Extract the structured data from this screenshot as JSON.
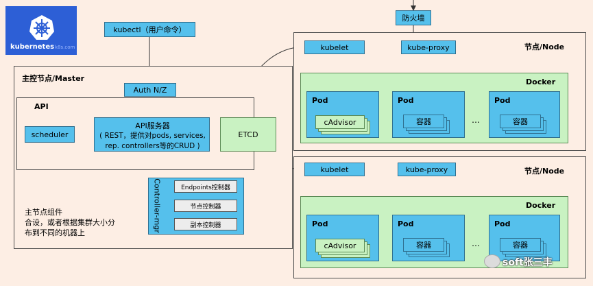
{
  "logo": {
    "text": "kubernetes",
    "suffix": "k8s.com"
  },
  "firewall": "防火墙",
  "kubectl": "kubectl（用户命令）",
  "master": {
    "title": "主控节点/Master",
    "auth": "Auth N/Z",
    "api": "API",
    "api_server": [
      "API服务器",
      "( REST，提供对pods, services,",
      "rep. controllers等的CRUD )"
    ],
    "scheduler": "scheduler",
    "etcd": "ETCD",
    "controller_mgr": "Controller-mgr",
    "controllers": [
      "Endpoints控制器",
      "节点控制器",
      "副本控制器"
    ],
    "note": [
      "主节点组件",
      "合设，或者根据集群大小分",
      "布到不同的机器上"
    ]
  },
  "nodes": [
    {
      "title": "节点/Node",
      "kubelet": "kubelet",
      "proxy": "kube-proxy",
      "docker": "Docker",
      "pod": "Pod",
      "cadvisor": "cAdvisor",
      "container": "容器",
      "ellipsis": "…"
    },
    {
      "title": "节点/Node",
      "kubelet": "kubelet",
      "proxy": "kube-proxy",
      "docker": "Docker",
      "pod": "Pod",
      "cadvisor": "cAdvisor",
      "container": "容器",
      "ellipsis": "…"
    }
  ],
  "watermark": "soft张三丰"
}
